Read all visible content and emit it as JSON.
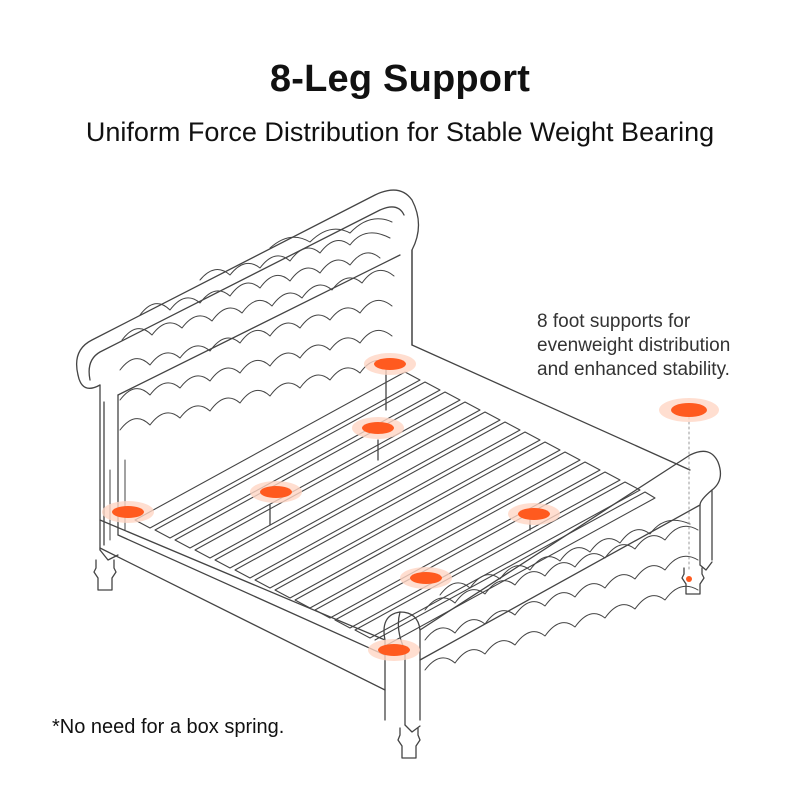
{
  "title": "8-Leg Support",
  "subtitle": "Uniform Force Distribution for Stable Weight Bearing",
  "callout": {
    "lines": [
      "8 foot supports for",
      "evenweight distribution",
      "and enhanced stability."
    ]
  },
  "footnote": "*No need for a box spring.",
  "colors": {
    "accent": "#ff5a1f",
    "glow": "#ffd6c4",
    "line": "#444444",
    "background": "#ffffff"
  },
  "support_count": 8
}
